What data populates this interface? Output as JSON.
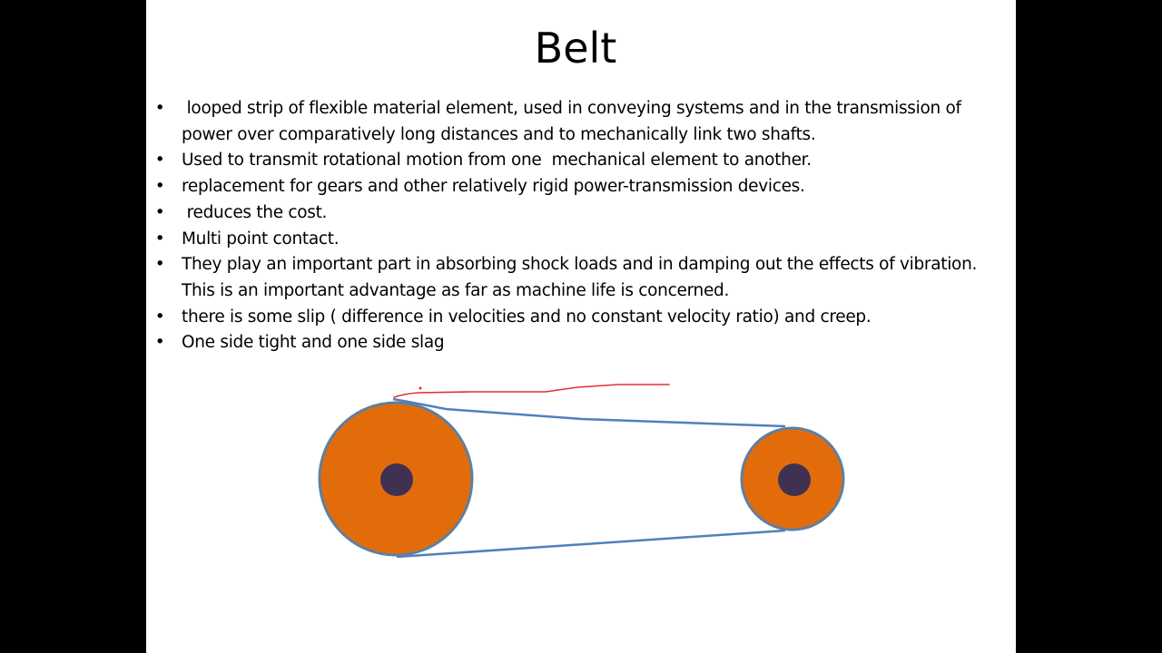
{
  "slide": {
    "title": "Belt",
    "bullet_marker": "•",
    "bullets": [
      " looped strip of flexible material element, used in conveying systems and in the transmission of power over comparatively long distances and to mechanically link two shafts.",
      "Used to transmit rotational motion from one  mechanical element to another.",
      "replacement for gears and other relatively rigid power-transmission devices.",
      " reduces the cost.",
      "Multi point contact.",
      "They play an important part in absorbing shock loads and in damping out the effects of vibration. This is an important advantage as far as machine life is concerned.",
      "there is some slip ( difference in velocities and no constant velocity ratio) and creep.",
      "One side tight and one side slag"
    ]
  },
  "diagram": {
    "pulley_color": "#e36c0a",
    "hub_color": "#403152",
    "pulley_outline_color": "#5f7f9f",
    "belt_color": "#4f81bd",
    "annotation_color": "#e0302f"
  }
}
